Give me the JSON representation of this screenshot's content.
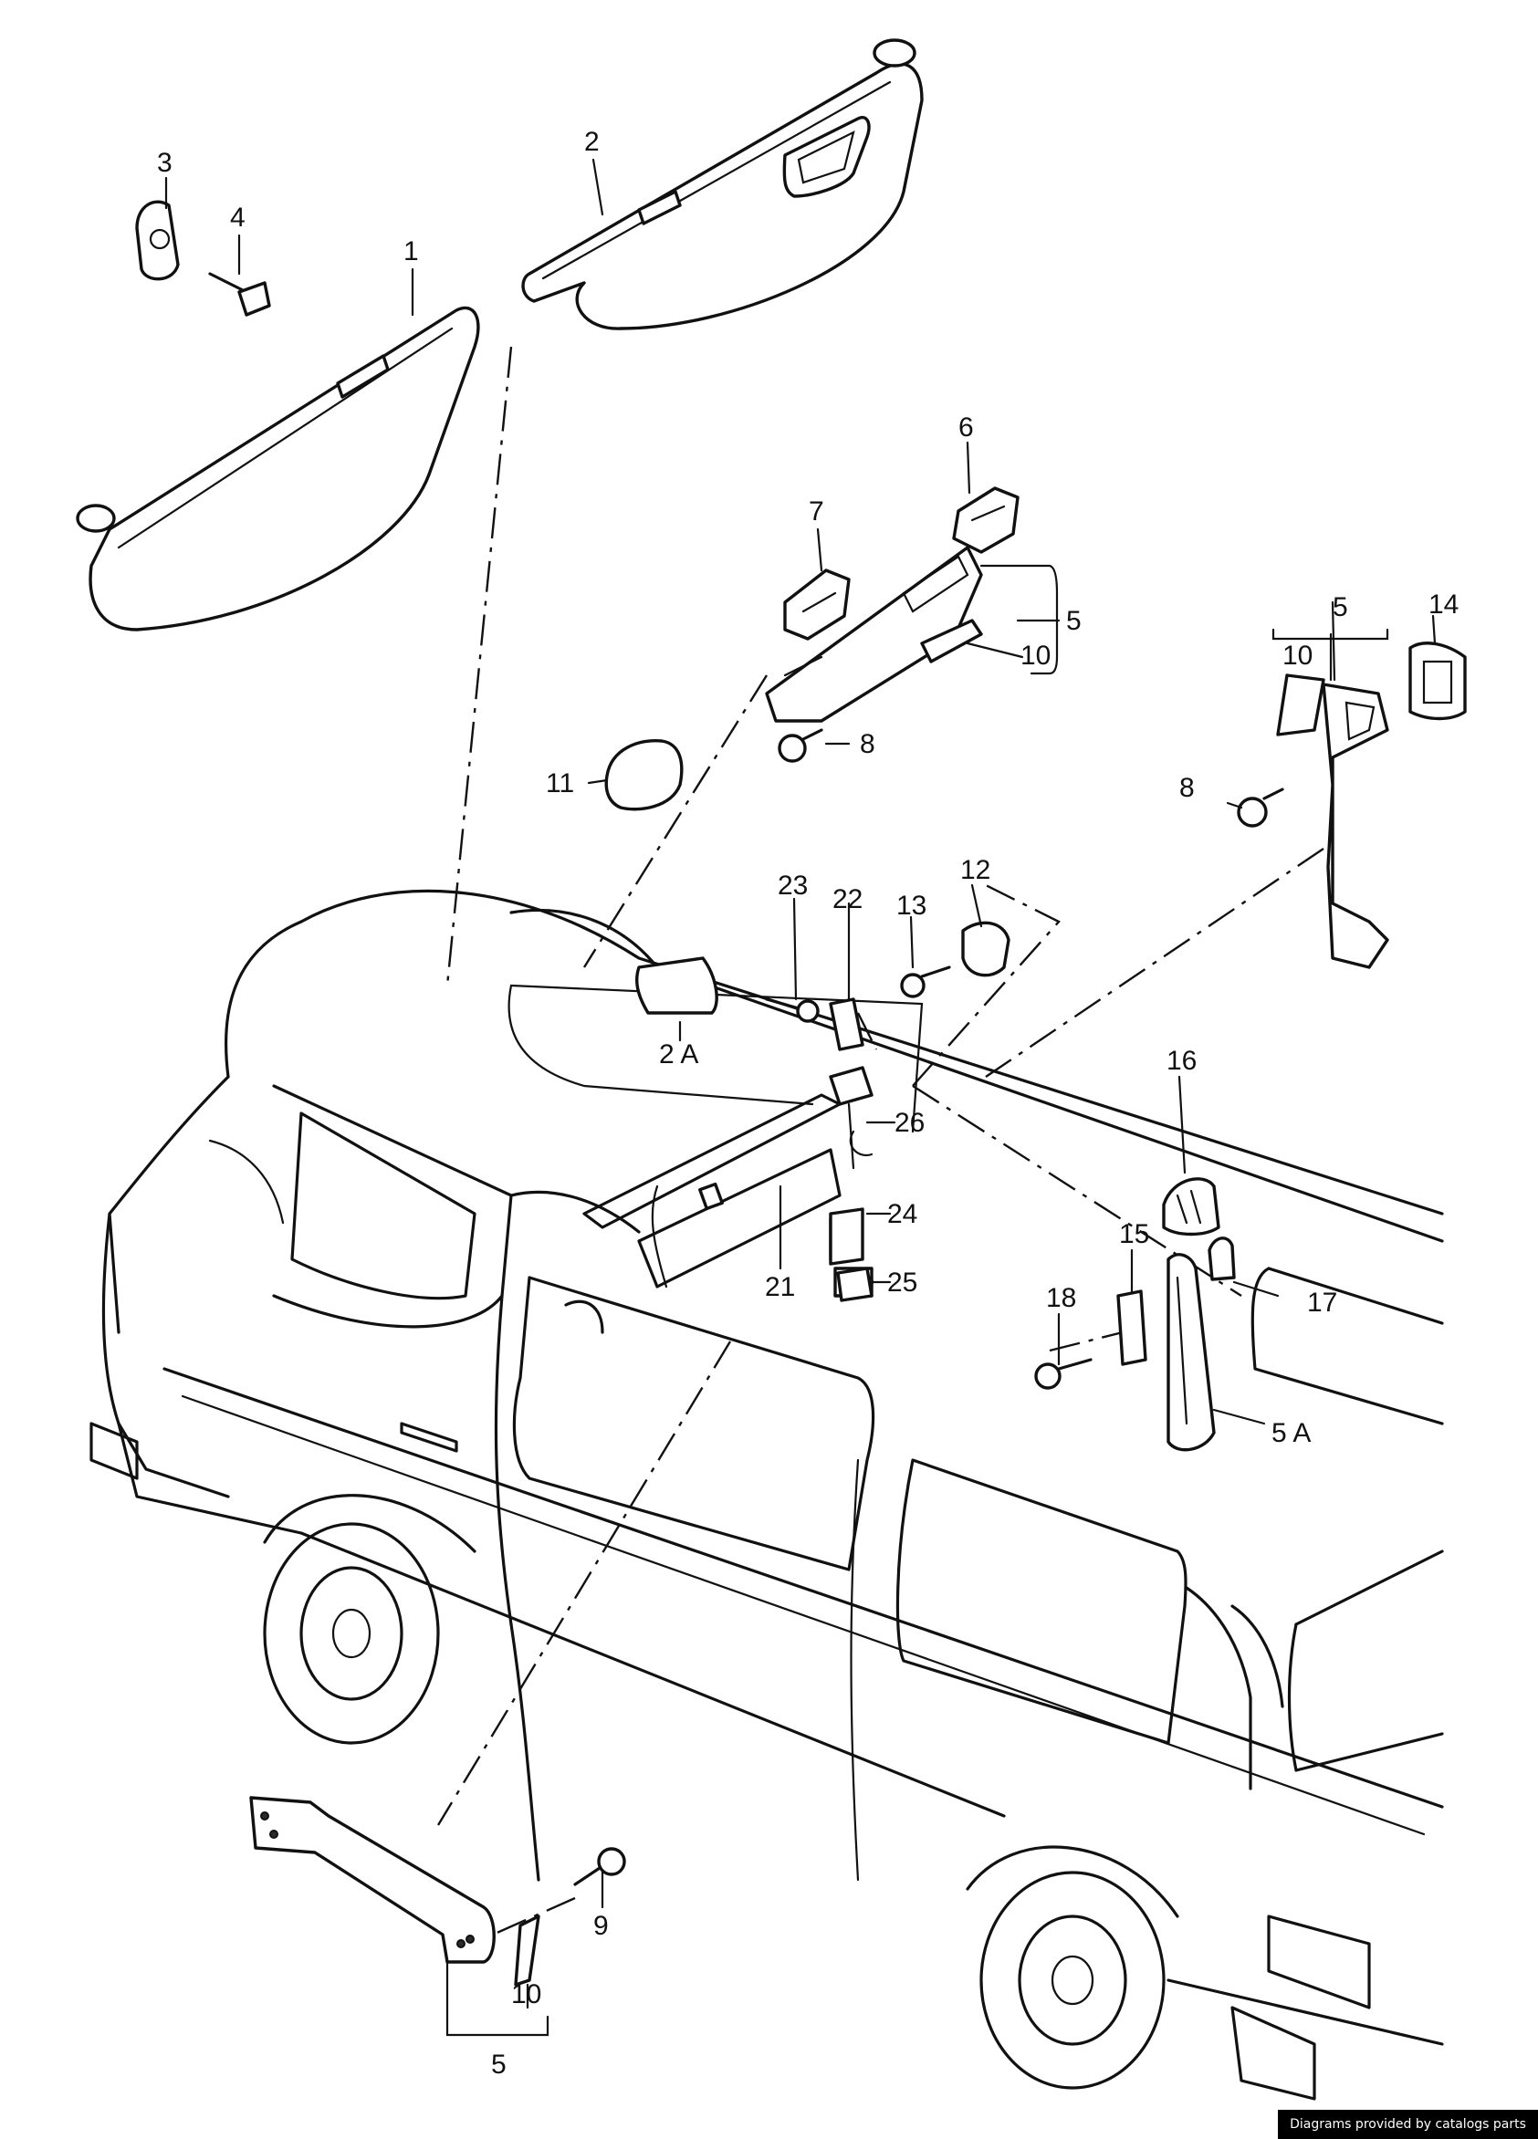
{
  "callouts": {
    "c1": "1",
    "c2": "2",
    "c2a": "2 A",
    "c3": "3",
    "c4": "4",
    "c5a": "5",
    "c5b": "5",
    "c5c": "5",
    "c5A": "5 A",
    "c6": "6",
    "c7": "7",
    "c8a": "8",
    "c8b": "8",
    "c9": "9",
    "c10a": "10",
    "c10b": "10",
    "c10c": "10",
    "c11": "11",
    "c12": "12",
    "c13": "13",
    "c14": "14",
    "c15": "15",
    "c16": "16",
    "c17": "17",
    "c18": "18",
    "c21": "21",
    "c22": "22",
    "c23": "23",
    "c24": "24",
    "c25": "25",
    "c26": "26"
  },
  "footer": {
    "credit": "Diagrams provided by catalogs parts"
  }
}
